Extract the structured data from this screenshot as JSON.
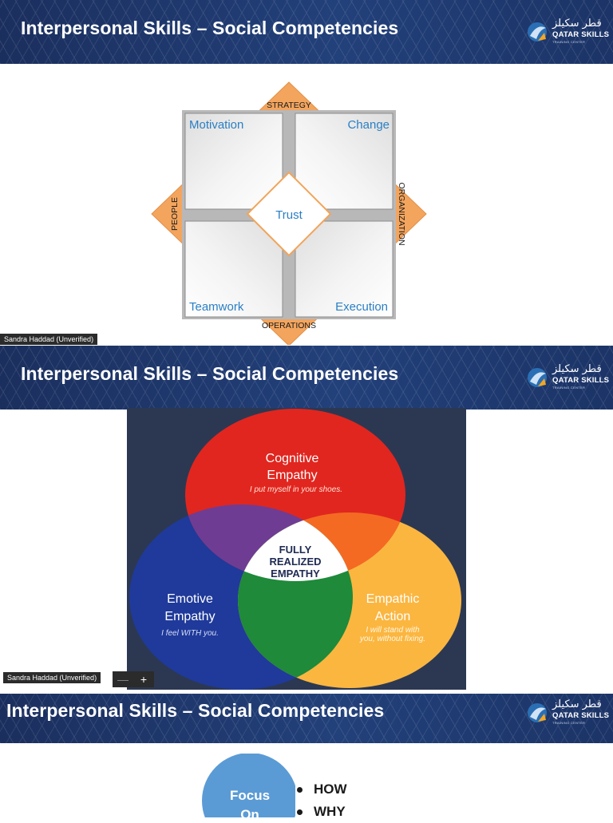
{
  "slides": [
    {
      "title": "Interpersonal Skills – Social Competencies",
      "logo": {
        "arabic": "قطر سكيلز",
        "english": "QATAR SKILLS",
        "tagline": "TRAINING CENTER"
      },
      "diagram": {
        "edges": {
          "top": "STRATEGY",
          "left": "PEOPLE",
          "right": "ORGANIZATION",
          "bottom": "OPERATIONS"
        },
        "quadrants": {
          "top_left": "Motivation",
          "top_right": "Change",
          "bottom_left": "Teamwork",
          "bottom_right": "Execution"
        },
        "center": "Trust"
      },
      "presenter": "Sandra Haddad (Unverified)"
    },
    {
      "title": "Interpersonal Skills – Social Competencies",
      "logo": {
        "arabic": "قطر سكيلز",
        "english": "QATAR SKILLS",
        "tagline": "TRAINING CENTER"
      },
      "venn": {
        "top": {
          "line1": "Cognitive",
          "line2": "Empathy",
          "sub": "I put myself in your shoes."
        },
        "left": {
          "line1": "Emotive",
          "line2": "Empathy",
          "sub": "I feel WITH you."
        },
        "right": {
          "line1": "Empathic",
          "line2": "Action",
          "sub1": "I will stand with",
          "sub2": "you, without fixing."
        },
        "center": {
          "line1": "FULLY",
          "line2": "REALIZED",
          "line3": "EMPATHY"
        }
      },
      "presenter": "Sandra Haddad (Unverified)",
      "zoom": {
        "minus": "—",
        "plus": "+"
      }
    },
    {
      "title": "Interpersonal Skills – Social Competencies",
      "logo": {
        "arabic": "قطر سكيلز",
        "english": "QATAR SKILLS",
        "tagline": "TRAINING CENTER"
      },
      "circle": {
        "line1": "Focus",
        "line2": "On"
      },
      "bullets": [
        "HOW",
        "WHY"
      ]
    }
  ],
  "colors": {
    "banner": "#1e3a70",
    "accent_blue": "#2a7fc4",
    "trust_orange": "#f2a45a",
    "venn_red": "#e1261f",
    "venn_blue": "#1f3a9a",
    "venn_yellow": "#fbb640",
    "venn_purple": "#6f3c93",
    "venn_orange": "#f46a23",
    "venn_green": "#1e8a3a",
    "focus_circle": "#5b9bd5"
  }
}
